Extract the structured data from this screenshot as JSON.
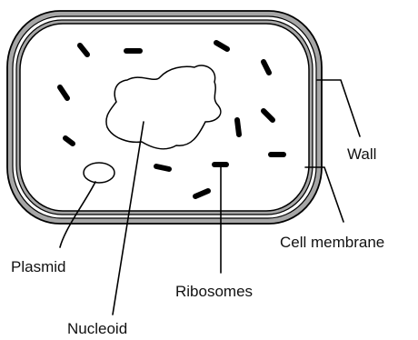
{
  "labels": {
    "wall": "Wall",
    "cell_membrane": "Cell membrane",
    "plasmid": "Plasmid",
    "ribosomes": "Ribosomes",
    "nucleoid": "Nucleoid"
  },
  "colors": {
    "wall_fill": "#a6a6a6",
    "outline": "#000000",
    "cytoplasm": "#ffffff"
  }
}
